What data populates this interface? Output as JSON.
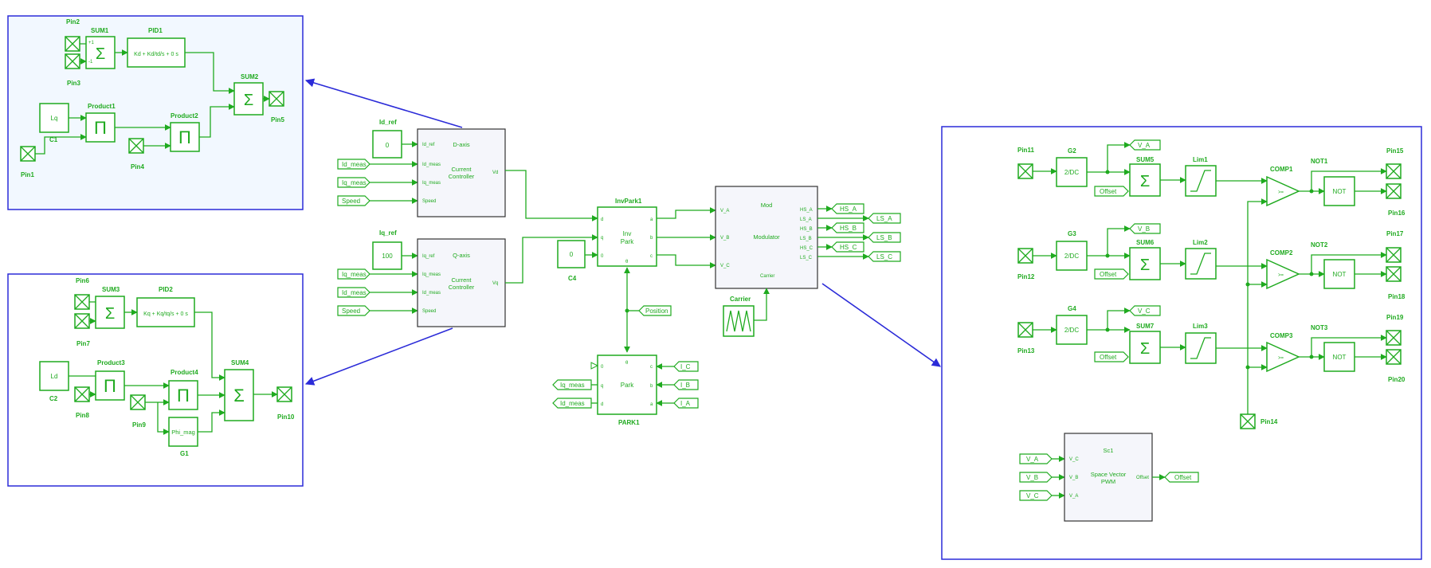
{
  "blocks": {
    "sum1": "SUM1",
    "pid1": "PID1",
    "pid1_expr": "Kd + Kd/td/s + 0 s",
    "sum2": "SUM2",
    "product1": "Product1",
    "product2": "Product2",
    "pin1": "Pin1",
    "pin2": "Pin2",
    "pin3": "Pin3",
    "pin4": "Pin4",
    "pin5": "Pin5",
    "c1": "C1",
    "lq": "Lq",
    "pin6": "Pin6",
    "pin7": "Pin7",
    "pin8": "Pin8",
    "pin9": "Pin9",
    "pin10": "Pin10",
    "sum3": "SUM3",
    "pid2": "PID2",
    "pid2_expr": "Kq + Kq/tq/s + 0 s",
    "product3": "Product3",
    "product4": "Product4",
    "sum4": "SUM4",
    "ld": "Ld",
    "c2": "C2",
    "phi_mag": "Phi_mag",
    "g1": "G1",
    "id_ref": "Id_ref",
    "id_ref_val": "0",
    "iq_ref": "Iq_ref",
    "iq_ref_val": "100",
    "d_axis": "D-axis",
    "q_axis": "Q-axis",
    "current": "Current",
    "controller": "Controller",
    "vd": "Vd",
    "vq": "Vq",
    "p_id_ref": "Id_ref",
    "p_id_meas": "Id_meas",
    "p_iq_meas": "Iq_meas",
    "p_speed": "Speed",
    "p_iq_ref": "Iq_ref",
    "tag_id_meas": "Id_meas",
    "tag_iq_meas": "Iq_meas",
    "tag_speed": "Speed",
    "invpark1": "InvPark1",
    "inv": "Inv",
    "park": "Park",
    "c4": "C4",
    "c4_val": "0",
    "position": "Position",
    "park1": "PARK1",
    "theta": "θ",
    "tag_i_c": "I_C",
    "tag_i_b": "I_B",
    "tag_i_a": "I_A",
    "mod": "Mod",
    "modulator": "Modulator",
    "carrier": "Carrier",
    "p_v_a": "V_A",
    "p_v_b": "V_B",
    "p_v_c": "V_C",
    "hs_a": "HS_A",
    "ls_a": "LS_A",
    "hs_b": "HS_B",
    "ls_b": "LS_B",
    "hs_c": "HS_C",
    "ls_c": "LS_C",
    "pin11": "Pin11",
    "pin12": "Pin12",
    "pin13": "Pin13",
    "pin14": "Pin14",
    "pin15": "Pin15",
    "pin16": "Pin16",
    "pin17": "Pin17",
    "pin18": "Pin18",
    "pin19": "Pin19",
    "pin20": "Pin20",
    "g2": "G2",
    "g3": "G3",
    "g4": "G4",
    "two_dc": "2/DC",
    "sum5": "SUM5",
    "sum6": "SUM6",
    "sum7": "SUM7",
    "lim1": "Lim1",
    "lim2": "Lim2",
    "lim3": "Lim3",
    "comp1": "COMP1",
    "comp2": "COMP2",
    "comp3": "COMP3",
    "not1": "NOT1",
    "not2": "NOT2",
    "not3": "NOT3",
    "not": "NOT",
    "offset": "Offset",
    "v_a": "V_A",
    "v_b": "V_B",
    "v_c": "V_C",
    "sc1": "Sc1",
    "space_vector": "Space Vector",
    "pwm": "PWM",
    "sigma": "Σ",
    "pi": "Π",
    "d": "d",
    "q": "q",
    "zero": "0",
    "a": "a",
    "b": "b",
    "c": "c",
    "plus1": "+1",
    "minus1": "-1",
    "plus": "+",
    "compare": ">="
  },
  "colors": {
    "block": "#1faa1f",
    "panel": "#2b2bd8",
    "panel_fill": "#f2f8ff",
    "subsystem_fill": "#f5f6fb"
  }
}
